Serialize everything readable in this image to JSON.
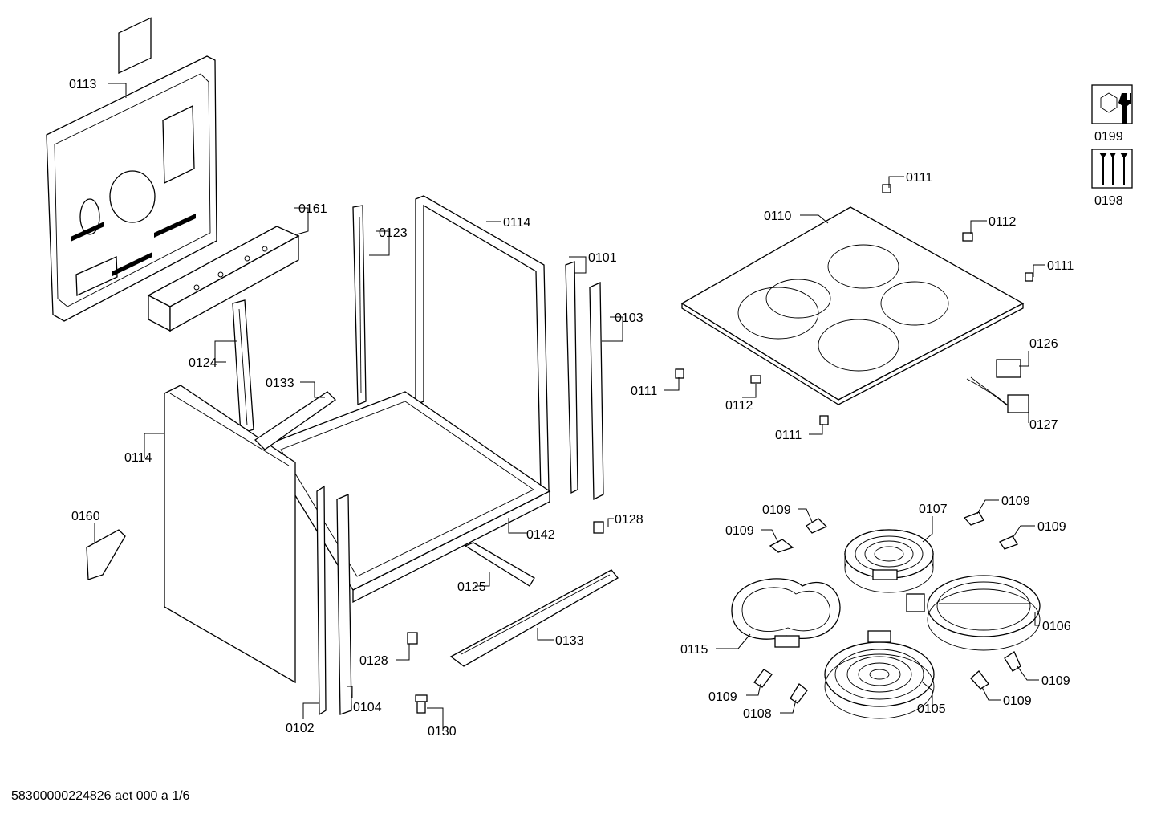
{
  "document_id": "58300000224826 aet 000 a 1/6",
  "callouts": [
    {
      "id": "0113",
      "text": "0113"
    },
    {
      "id": "0161",
      "text": "0161"
    },
    {
      "id": "0123",
      "text": "0123"
    },
    {
      "id": "0114_back",
      "text": "0114"
    },
    {
      "id": "0101",
      "text": "0101"
    },
    {
      "id": "0103",
      "text": "0103"
    },
    {
      "id": "0124",
      "text": "0124"
    },
    {
      "id": "0133_top",
      "text": "0133"
    },
    {
      "id": "0114_side",
      "text": "0114"
    },
    {
      "id": "0160",
      "text": "0160"
    },
    {
      "id": "0142",
      "text": "0142"
    },
    {
      "id": "0128_right",
      "text": "0128"
    },
    {
      "id": "0125",
      "text": "0125"
    },
    {
      "id": "0133_bottom",
      "text": "0133"
    },
    {
      "id": "0128_bottom",
      "text": "0128"
    },
    {
      "id": "0102",
      "text": "0102"
    },
    {
      "id": "0104",
      "text": "0104"
    },
    {
      "id": "0130",
      "text": "0130"
    },
    {
      "id": "0199",
      "text": "0199"
    },
    {
      "id": "0198",
      "text": "0198"
    },
    {
      "id": "0111_top",
      "text": "0111"
    },
    {
      "id": "0110",
      "text": "0110"
    },
    {
      "id": "0112_top",
      "text": "0112"
    },
    {
      "id": "0111_right",
      "text": "0111"
    },
    {
      "id": "0111_left",
      "text": "0111"
    },
    {
      "id": "0112_bottom",
      "text": "0112"
    },
    {
      "id": "0111_bottom",
      "text": "0111"
    },
    {
      "id": "0126",
      "text": "0126"
    },
    {
      "id": "0127",
      "text": "0127"
    },
    {
      "id": "0109_a",
      "text": "0109"
    },
    {
      "id": "0107",
      "text": "0107"
    },
    {
      "id": "0109_b",
      "text": "0109"
    },
    {
      "id": "0109_c",
      "text": "0109"
    },
    {
      "id": "0109_d",
      "text": "0109"
    },
    {
      "id": "0106",
      "text": "0106"
    },
    {
      "id": "0115",
      "text": "0115"
    },
    {
      "id": "0109_e",
      "text": "0109"
    },
    {
      "id": "0108",
      "text": "0108"
    },
    {
      "id": "0105",
      "text": "0105"
    },
    {
      "id": "0109_f",
      "text": "0109"
    },
    {
      "id": "0109_g",
      "text": "0109"
    }
  ]
}
